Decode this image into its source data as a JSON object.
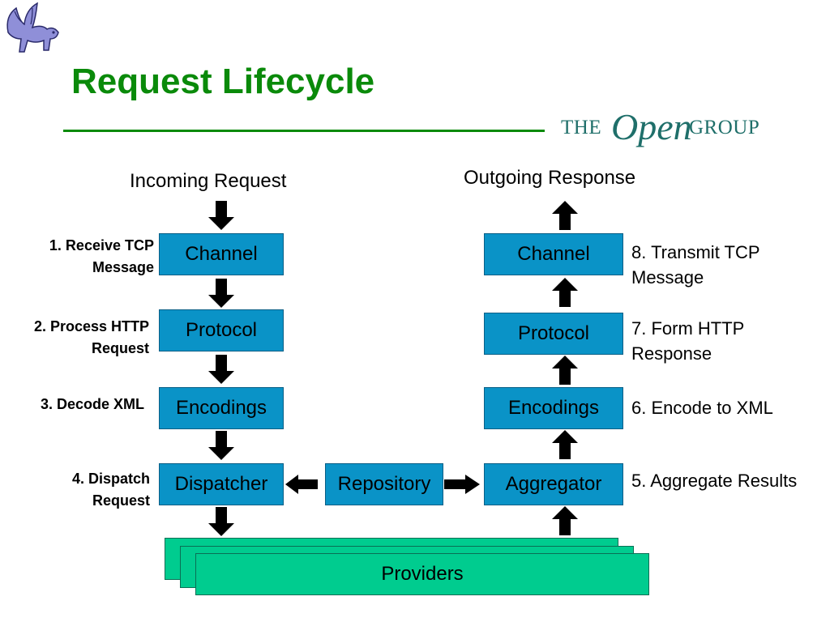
{
  "slide": {
    "title": "Request Lifecycle",
    "logo": {
      "the": "THE",
      "open": "Open",
      "group": "GROUP",
      "color": "#1f6f6a"
    }
  },
  "incoming": {
    "header": "Incoming Request",
    "boxes": [
      "Channel",
      "Protocol",
      "Encodings",
      "Dispatcher"
    ],
    "steps": [
      [
        "1. Receive TCP",
        "Message"
      ],
      [
        "2. Process HTTP",
        "Request"
      ],
      [
        "3. Decode  XML"
      ],
      [
        "4. Dispatch",
        "Request"
      ]
    ]
  },
  "outgoing": {
    "header": "Outgoing Response",
    "boxes": [
      "Channel",
      "Protocol",
      "Encodings",
      "Aggregator"
    ],
    "steps": [
      [
        "8. Transmit TCP",
        "Message"
      ],
      [
        "7. Form HTTP",
        "Response"
      ],
      [
        "6. Encode to XML"
      ],
      [
        "5. Aggregate Results"
      ]
    ]
  },
  "center": {
    "repository": "Repository",
    "providers": "Providers"
  },
  "colors": {
    "title": "#0a8a0a",
    "box": "#0a93c7",
    "providers": "#00cc8f",
    "arrow": "#000000"
  }
}
